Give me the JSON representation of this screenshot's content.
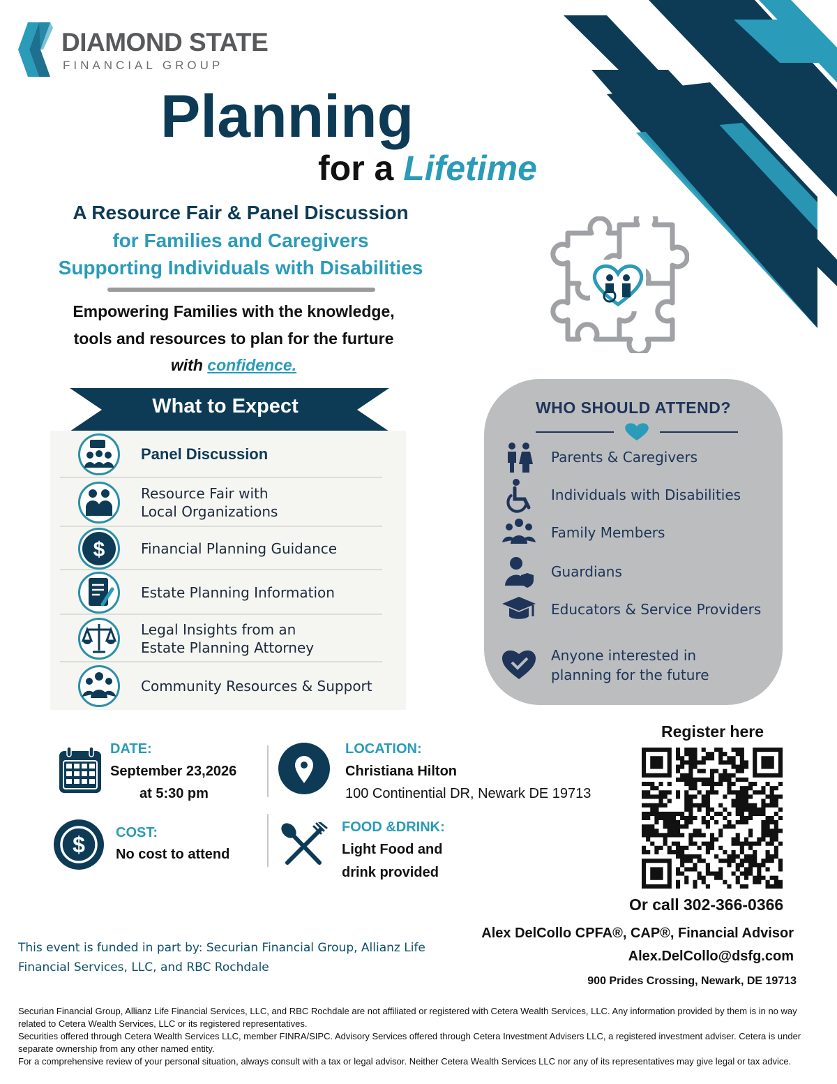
{
  "logo": {
    "name": "DIAMOND STATE",
    "sub": "FINANCIAL GROUP"
  },
  "title": {
    "line1": "Planning",
    "for_a": "for a ",
    "lifetime": "Lifetime"
  },
  "subtitle": {
    "line1": "A Resource Fair & Panel Discussion",
    "line2": "for Families and Caregivers",
    "line3": "Supporting Individuals with Disabilities"
  },
  "empower": {
    "line1": "Empowering Families with the knowledge,",
    "line2": "tools and resources to plan for the furture",
    "with": "with ",
    "confidence": "confidence."
  },
  "what_to_expect": {
    "title": "What to Expect",
    "items": [
      {
        "icon": "panel-discussion-icon",
        "lines": [
          "Panel Discussion"
        ]
      },
      {
        "icon": "resource-fair-icon",
        "lines": [
          "Resource Fair with",
          "Local Organizations"
        ]
      },
      {
        "icon": "dollar-icon",
        "lines": [
          "Financial Planning Guidance"
        ]
      },
      {
        "icon": "document-pen-icon",
        "lines": [
          "Estate Planning Information"
        ]
      },
      {
        "icon": "scales-icon",
        "lines": [
          "Legal Insights from an",
          "Estate Planning Attorney"
        ]
      },
      {
        "icon": "community-icon",
        "lines": [
          "Community Resources & Support"
        ]
      }
    ]
  },
  "who_should_attend": {
    "title": "WHO SHOULD ATTEND?",
    "items": [
      {
        "icon": "parents-icon",
        "lines": [
          "Parents & Caregivers"
        ]
      },
      {
        "icon": "wheelchair-icon",
        "lines": [
          "Individuals with Disabilities"
        ]
      },
      {
        "icon": "family-icon",
        "lines": [
          "Family Members"
        ]
      },
      {
        "icon": "guardian-icon",
        "lines": [
          "Guardians"
        ]
      },
      {
        "icon": "graduation-cap-icon",
        "lines": [
          "Educators & Service Providers"
        ]
      },
      {
        "icon": "heart-check-icon",
        "lines": [
          "Anyone interested in",
          "planning for the future"
        ]
      }
    ]
  },
  "details": {
    "date_label": "DATE:",
    "date_value": "September 23,2026",
    "time_value": "at 5:30 pm",
    "location_label": "LOCATION:",
    "location_name": "Christiana Hilton",
    "location_address": "100 Continential DR, Newark DE 19713",
    "cost_label": "COST:",
    "cost_value": "No cost to attend",
    "food_label": "FOOD &DRINK:",
    "food_line1": "Light Food and",
    "food_line2": "drink provided"
  },
  "register": {
    "title": "Register here",
    "call": "Or call  302-366-0366",
    "advisor": "Alex DelCollo CPFA®, CAP®, Financial Advisor",
    "email": "Alex.DelCollo@dsfg.com",
    "address": "900 Prides Crossing, Newark, DE 19713"
  },
  "funded": "This event is funded in part by: Securian Financial Group, Allianz Life Financial Services, LLC, and RBC Rochdale",
  "disclaimer": [
    "Securian Financial Group, Allianz Life Financial Services, LLC, and RBC Rochdale are not affiliated or registered with Cetera Wealth Services, LLC. Any information provided by them is in no way related to Cetera Wealth Services, LLC or its registered representatives.",
    "Securities offered through Cetera Wealth Services LLC, member FINRA/SIPC. Advisory Services offered through Cetera Investment Advisers LLC, a registered investment adviser. Cetera is under separate ownership from any other named entity.",
    "For a comprehensive review of your personal situation, always consult with a tax or legal advisor. Neither Cetera Wealth Services LLC nor any of its representatives may give legal or tax advice."
  ],
  "colors": {
    "navy": "#0d3b56",
    "teal": "#2a9bb8",
    "gray_panel": "#bbbdbf",
    "who_text": "#1e3458"
  }
}
